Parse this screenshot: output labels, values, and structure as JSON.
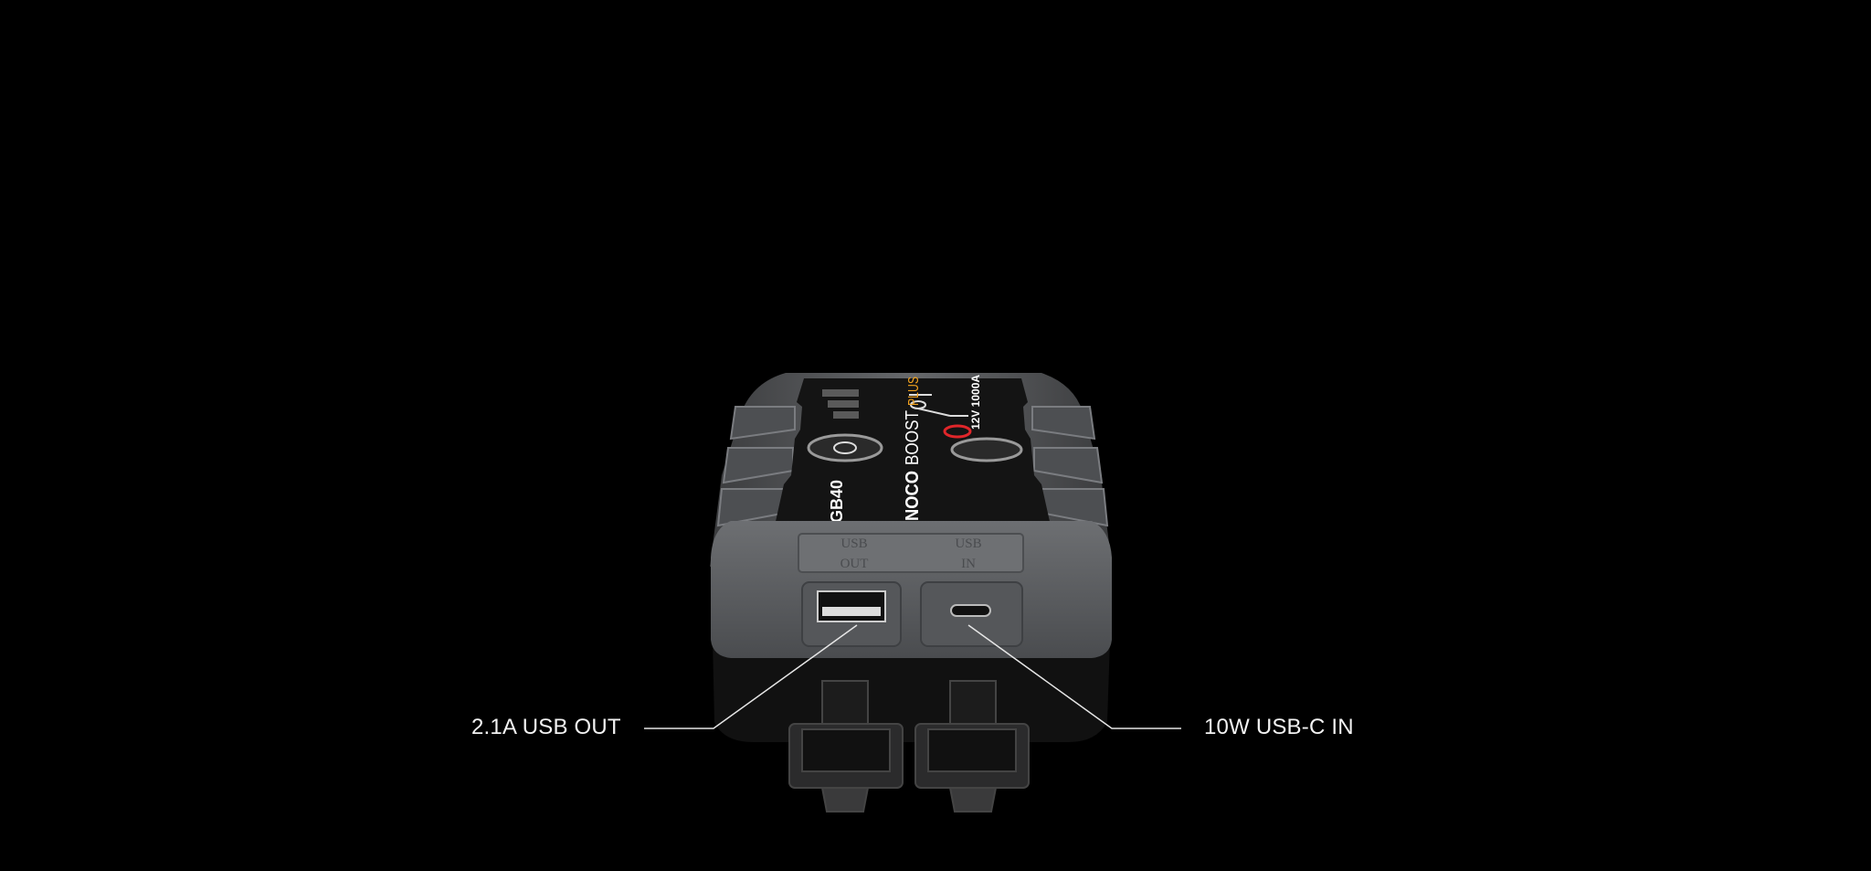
{
  "callouts": {
    "usb_out": "2.1A USB OUT",
    "usb_c_in": "10W USB-C IN"
  },
  "device": {
    "brand": "NOCO",
    "product": "BOOST",
    "product_suffix": "PLUS",
    "model": "GB40",
    "rating": "12V 1000A",
    "port_labels": {
      "out_line1": "USB",
      "out_line2": "OUT",
      "in_line1": "USB",
      "in_line2": "IN"
    }
  },
  "colors": {
    "background": "#000000",
    "housing": "#5c5e61",
    "panel": "#141414",
    "accent": "#f0a11e",
    "power_ring": "#e0262a"
  }
}
